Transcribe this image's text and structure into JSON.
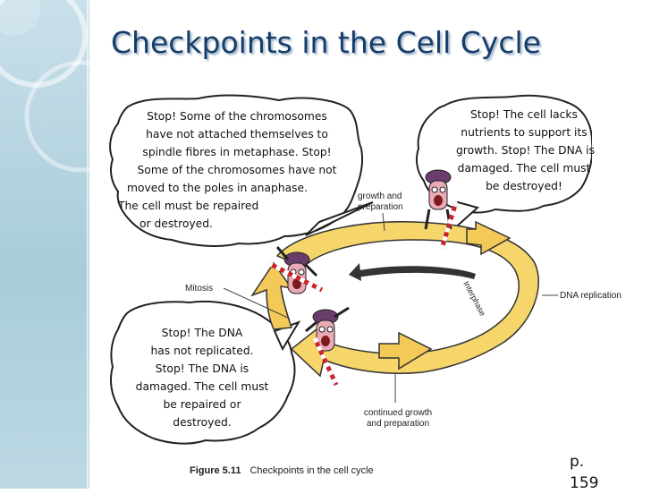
{
  "slide": {
    "title": "Checkpoints in the Cell Cycle"
  },
  "bubbles": {
    "top_left": {
      "lines": [
        "Stop! Some of the chromosomes",
        "have not attached themselves to",
        "spindle fibres in metaphase. Stop!",
        "Some of the chromosomes have not",
        "moved to the poles in anaphase.",
        "The cell must be repaired",
        "or destroyed."
      ]
    },
    "top_right": {
      "lines": [
        "Stop! The cell lacks",
        "nutrients to support its",
        "growth. Stop! The DNA is",
        "damaged. The cell must",
        "be destroyed!"
      ]
    },
    "bottom_left": {
      "lines": [
        "Stop! The DNA",
        "has not replicated.",
        "Stop! The DNA is",
        "damaged. The cell must",
        "be repaired or",
        "destroyed."
      ]
    }
  },
  "labels": {
    "growth": [
      "growth and",
      "preparation"
    ],
    "mitosis": "Mitosis",
    "dna_replication": "DNA replication",
    "interphase": "Interphase",
    "continued": [
      "continued growth",
      "and preparation"
    ]
  },
  "figure": {
    "number": "Figure 5.11",
    "caption": "Checkpoints in the cell cycle"
  },
  "page_ref": [
    "p.",
    "159"
  ],
  "colors": {
    "title": "#163e6a",
    "arrow_fill": "#f6d66a",
    "arrow_stroke": "#333333",
    "sidebar": "#b5d3df"
  },
  "icons": [
    "checkpoint-guard-icon",
    "barrier-gate-icon"
  ]
}
